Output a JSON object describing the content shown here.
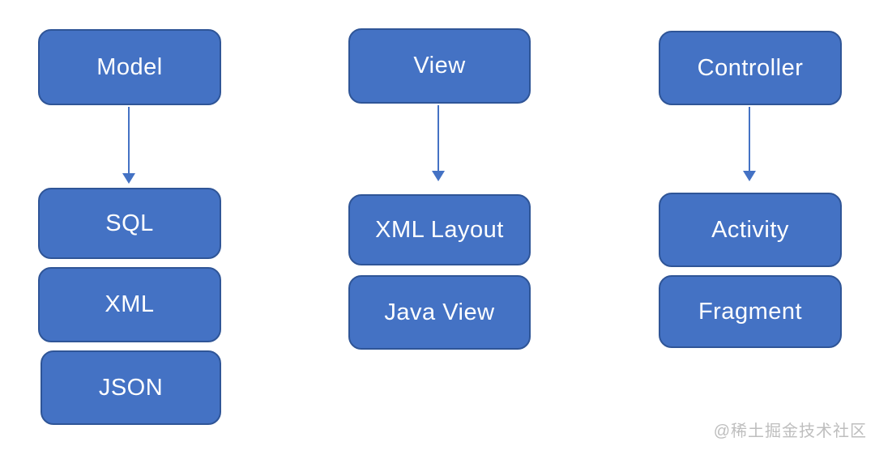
{
  "diagram": {
    "type": "mvc-architecture",
    "columns": [
      {
        "parent": "Model",
        "children": [
          "SQL",
          "XML",
          "JSON"
        ]
      },
      {
        "parent": "View",
        "children": [
          "XML Layout",
          "Java View"
        ]
      },
      {
        "parent": "Controller",
        "children": [
          "Activity",
          "Fragment"
        ]
      }
    ],
    "watermark": "@稀土掘金技术社区",
    "colors": {
      "node_fill": "#4472C4",
      "node_border": "#2F5597",
      "node_text": "#FFFFFF",
      "arrow": "#4472C4",
      "watermark_text": "#BEBEBE",
      "background": "#FFFFFF"
    }
  }
}
